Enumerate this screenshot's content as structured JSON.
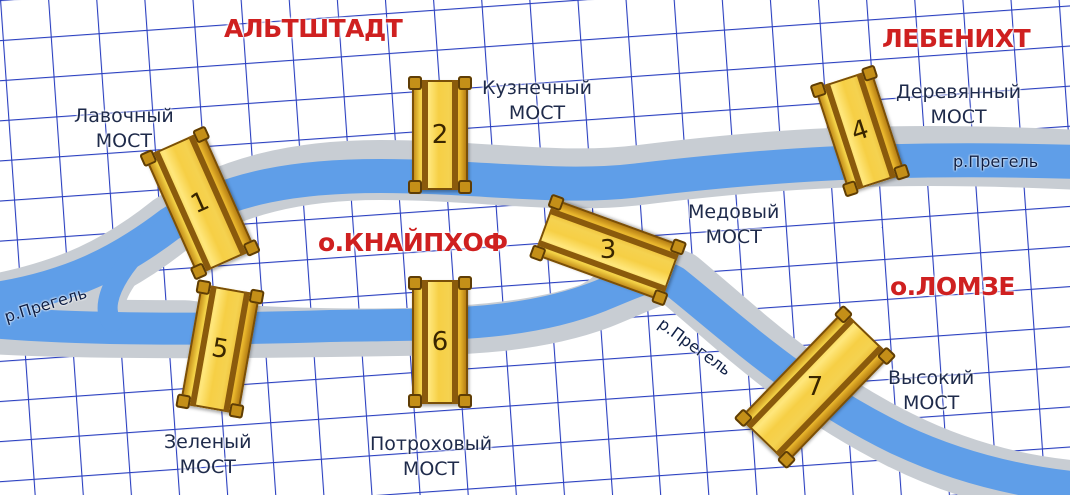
{
  "districts": {
    "altstadt": "АЛЬТШТАДТ",
    "lebenicht": "ЛЕБЕНИХТ",
    "kneiphof": "о.КНАЙПХОФ",
    "lomse": "о.ЛОМЗЕ"
  },
  "river_labels": [
    "р.Прегель",
    "р.Прегель",
    "р.Прегель"
  ],
  "bridges": [
    {
      "number": "1",
      "name": "Лавочный",
      "word": "МОСТ"
    },
    {
      "number": "2",
      "name": "Кузнечный",
      "word": "МОСТ"
    },
    {
      "number": "3",
      "name": "Медовый",
      "word": "МОСТ"
    },
    {
      "number": "4",
      "name": "Деревянный",
      "word": "МОСТ"
    },
    {
      "number": "5",
      "name": "Зеленый",
      "word": "МОСТ"
    },
    {
      "number": "6",
      "name": "Потроховый",
      "word": "МОСТ"
    },
    {
      "number": "7",
      "name": "Высокий",
      "word": "МОСТ"
    }
  ],
  "colors": {
    "water": "#5f9ee8",
    "bank": "#c8cdd3",
    "streets": "#2a3fc0",
    "bridge_gold": "#f2cf44",
    "district_text": "#cf2020"
  }
}
